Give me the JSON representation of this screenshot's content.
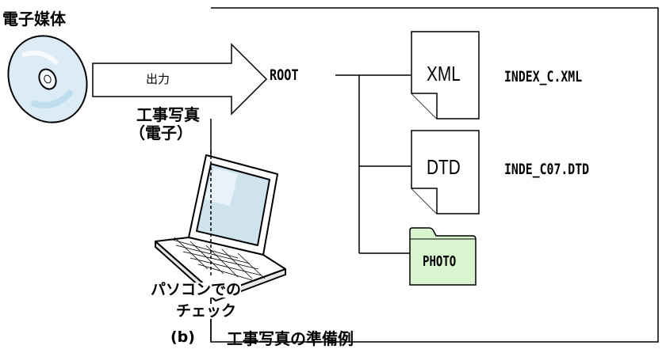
{
  "media_label": "電子媒体",
  "arrow_label": "出力",
  "photo_label_line1": "工事写真",
  "photo_label_line2": "（電子）",
  "root_label": "ROOT",
  "xml_doc_label": "XML",
  "xml_file_name": "INDEX_C.XML",
  "dtd_doc_label": "DTD",
  "dtd_file_name": "INDE_C07.DTD",
  "photo_folder_label": "PHOTO",
  "pc_check_line1": "パソコンでの",
  "pc_check_line2": "チェック",
  "caption_tag": "(b)",
  "caption_text": "工事写真の準備例",
  "colors": {
    "folder_fill": "#d9f5cf",
    "disc_fill": "#dcecf7",
    "screen_fill": "#cfe3ee",
    "line": "#000000"
  },
  "icons": [
    "disc-icon",
    "document-icon",
    "folder-icon",
    "laptop-icon",
    "arrow-icon"
  ]
}
